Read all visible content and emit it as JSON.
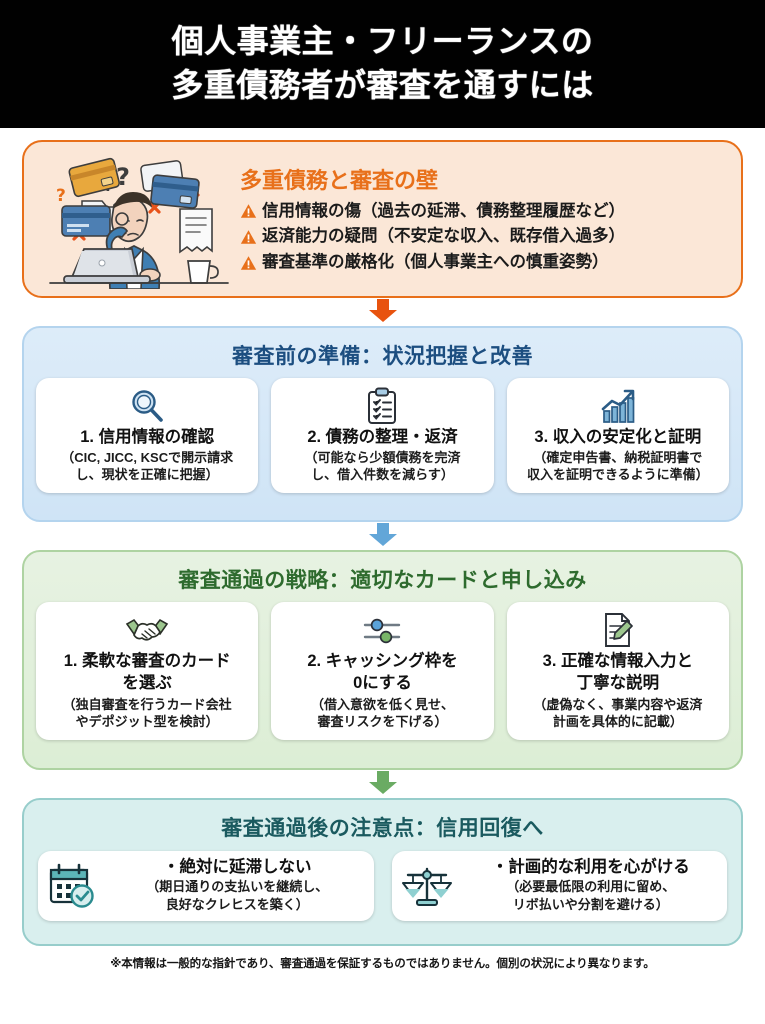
{
  "header": {
    "title_line1": "個人事業主・フリーランスの",
    "title_line2": "多重債務者が審査を通すには",
    "background": "#010101",
    "text_color": "#ffffff"
  },
  "problem_panel": {
    "title": "多重債務と審査の壁",
    "accent_color": "#e8701a",
    "background": "#fbe7d7",
    "illustration_name": "worried-freelancer-with-laptop-and-credit-cards",
    "items": [
      {
        "icon": "warning-triangle-icon",
        "text": "信用情報の傷（過去の延滞、債務整理履歴など）"
      },
      {
        "icon": "warning-triangle-icon",
        "text": "返済能力の疑問（不安定な収入、既存借入過多）"
      },
      {
        "icon": "warning-triangle-icon",
        "text": "審査基準の厳格化（個人事業主への慎重姿勢）"
      }
    ]
  },
  "arrow1": {
    "icon": "down-arrow-icon",
    "color": "#e8530f"
  },
  "prep_panel": {
    "title": "審査前の準備：状況把握と改善",
    "accent_color": "#1c4e80",
    "background": "#cfe4f6",
    "cards": [
      {
        "icon": "magnifier-icon",
        "title": "1. 信用情報の確認",
        "sub_line1": "（CIC, JICC, KSCで開示請求",
        "sub_line2": "し、現状を正確に把握）"
      },
      {
        "icon": "clipboard-checklist-icon",
        "title": "2. 債務の整理・返済",
        "sub_line1": "（可能なら少額債務を完済",
        "sub_line2": "し、借入件数を減らす）"
      },
      {
        "icon": "growth-chart-icon",
        "title": "3. 収入の安定化と証明",
        "sub_line1": "（確定申告書、納税証明書で",
        "sub_line2": "収入を証明できるように準備）"
      }
    ]
  },
  "arrow2": {
    "icon": "down-arrow-icon",
    "color": "#62a6d8"
  },
  "strategy_panel": {
    "title": "審査通過の戦略：適切なカードと申し込み",
    "accent_color": "#2e6b2e",
    "background": "#dceed5",
    "cards": [
      {
        "icon": "handshake-icon",
        "title_line1": "1. 柔軟な審査のカード",
        "title_line2": "を選ぶ",
        "sub_line1": "（独自審査を行うカード会社",
        "sub_line2": "やデポジット型を検討）"
      },
      {
        "icon": "sliders-icon",
        "title_line1": "2. キャッシング枠を",
        "title_line2": "0にする",
        "sub_line1": "（借入意欲を低く見せ、",
        "sub_line2": "審査リスクを下げる）"
      },
      {
        "icon": "document-pencil-icon",
        "title_line1": "3. 正確な情報入力と",
        "title_line2": "丁寧な説明",
        "sub_line1": "（虚偽なく、事業内容や返済",
        "sub_line2": "計画を具体的に記載）"
      }
    ]
  },
  "arrow3": {
    "icon": "down-arrow-icon",
    "color": "#6aab63"
  },
  "after_panel": {
    "title": "審査通過後の注意点：信用回復へ",
    "accent_color": "#1a5a5f",
    "background": "#d9efee",
    "cards": [
      {
        "icon": "calendar-check-icon",
        "title": "・絶対に延滞しない",
        "sub_line1": "（期日通りの支払いを継続し、",
        "sub_line2": "良好なクレヒスを築く）"
      },
      {
        "icon": "balance-scales-icon",
        "title": "・計画的な利用を心がける",
        "sub_line1": "（必要最低限の利用に留め、",
        "sub_line2": "リボ払いや分割を避ける）"
      }
    ]
  },
  "footer": {
    "note": "※本情報は一般的な指針であり、審査通過を保証するものではありません。個別の状況により異なります。"
  }
}
